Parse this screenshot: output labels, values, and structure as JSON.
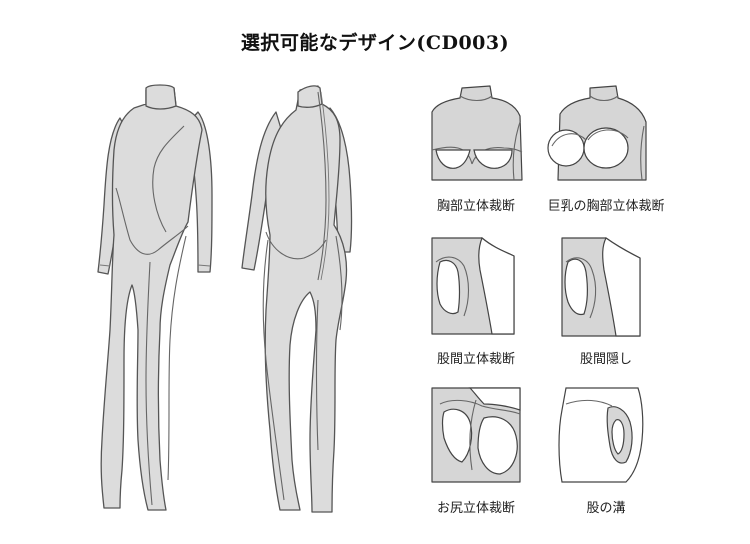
{
  "title": "選択可能なデザイン(CD003)",
  "options": [
    {
      "label": "胸部立体裁断"
    },
    {
      "label": "巨乳の胸部立体裁断"
    },
    {
      "label": "股間立体裁断"
    },
    {
      "label": "股間隠し"
    },
    {
      "label": "お尻立体裁断"
    },
    {
      "label": "股の溝"
    }
  ]
}
